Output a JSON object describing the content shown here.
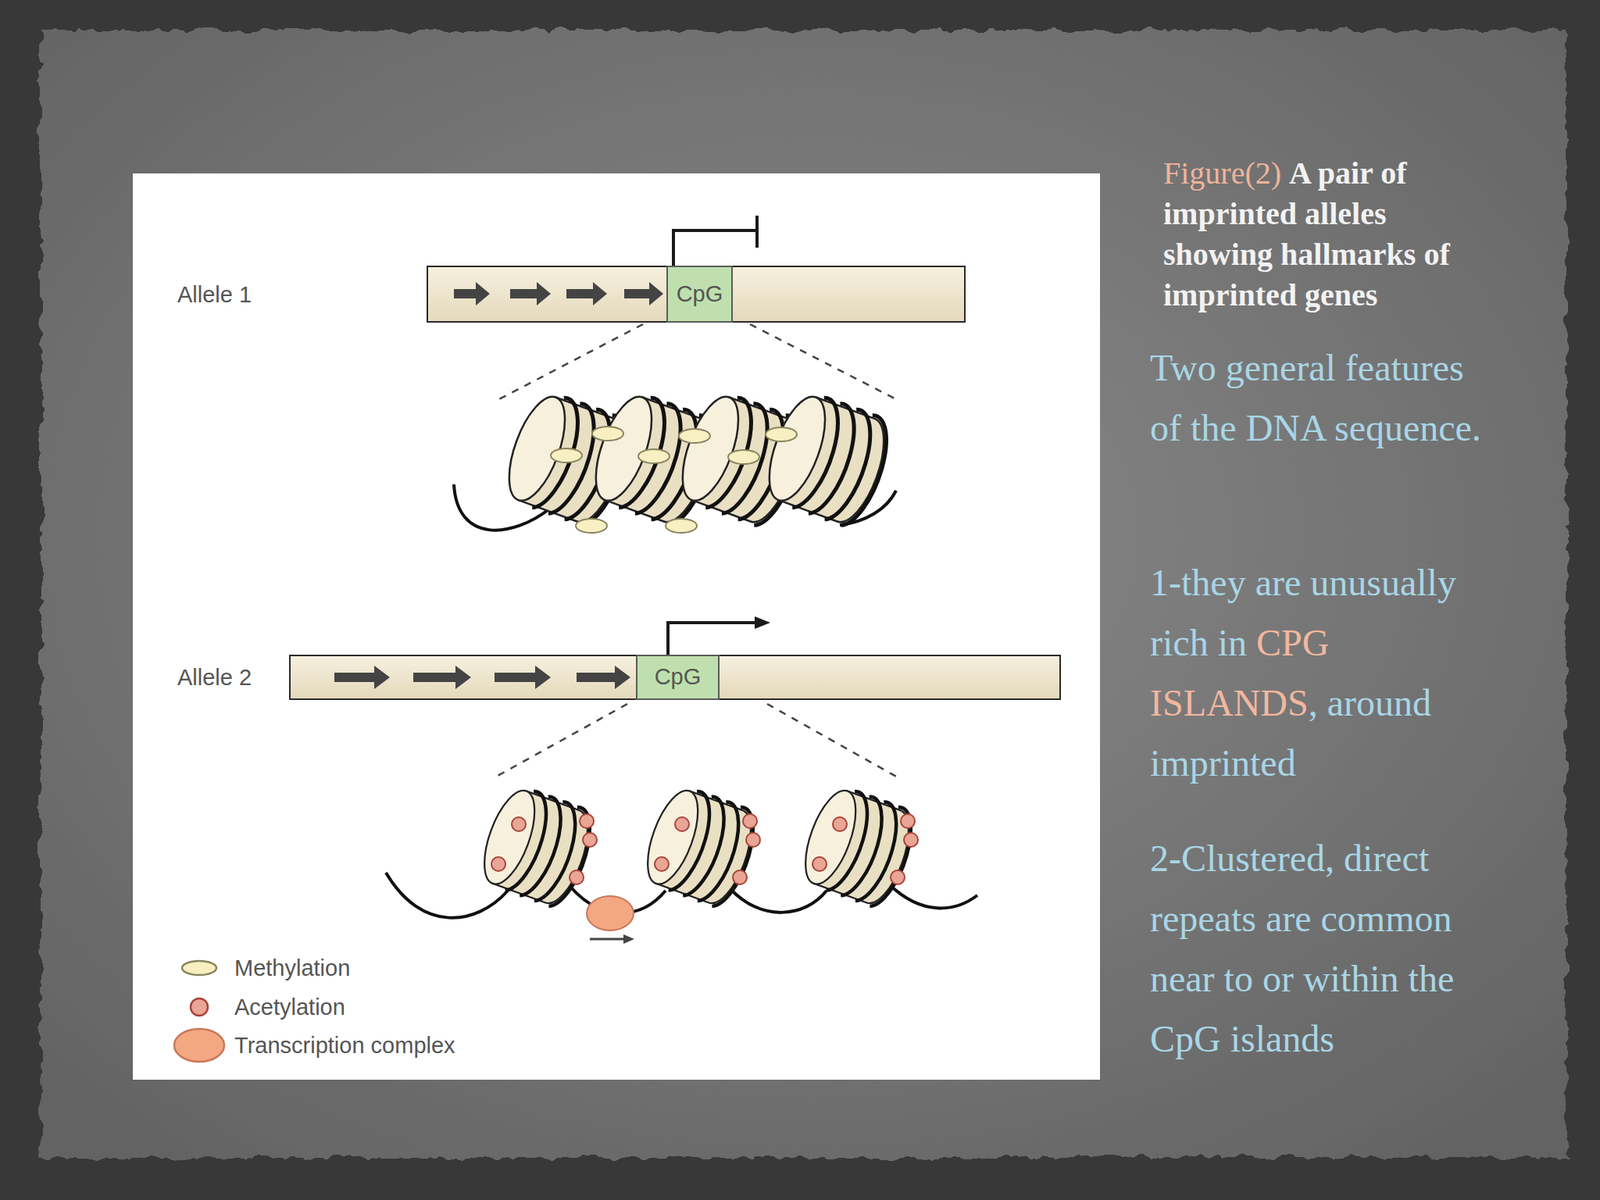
{
  "diagram": {
    "title": "A pair of imprinted alleles showing hallmarks of imprinted genes",
    "nodes": [
      {
        "text": [
          "Allele 1"
        ]
      },
      {
        "text": [
          "CpG"
        ],
        "in": 0
      },
      {
        "text": [
          "Allele 2"
        ]
      },
      {
        "text": [
          "CpG"
        ],
        "in": 2
      }
    ],
    "labels": [
      "Figure(2)",
      "Two general features of the DNA sequence.",
      "1-they are unusually rich in",
      "CPG ISLANDS",
      ", around imprinted",
      "2-Clustered, direct repeats are common near to or within the CpG islands"
    ],
    "legend": [
      {
        "text": "Methylation",
        "color": "#f8f0c2"
      },
      {
        "text": "Acetylation",
        "color": "#e9a596"
      },
      {
        "text": "Transcription complex",
        "color": "#f3a882"
      }
    ]
  }
}
